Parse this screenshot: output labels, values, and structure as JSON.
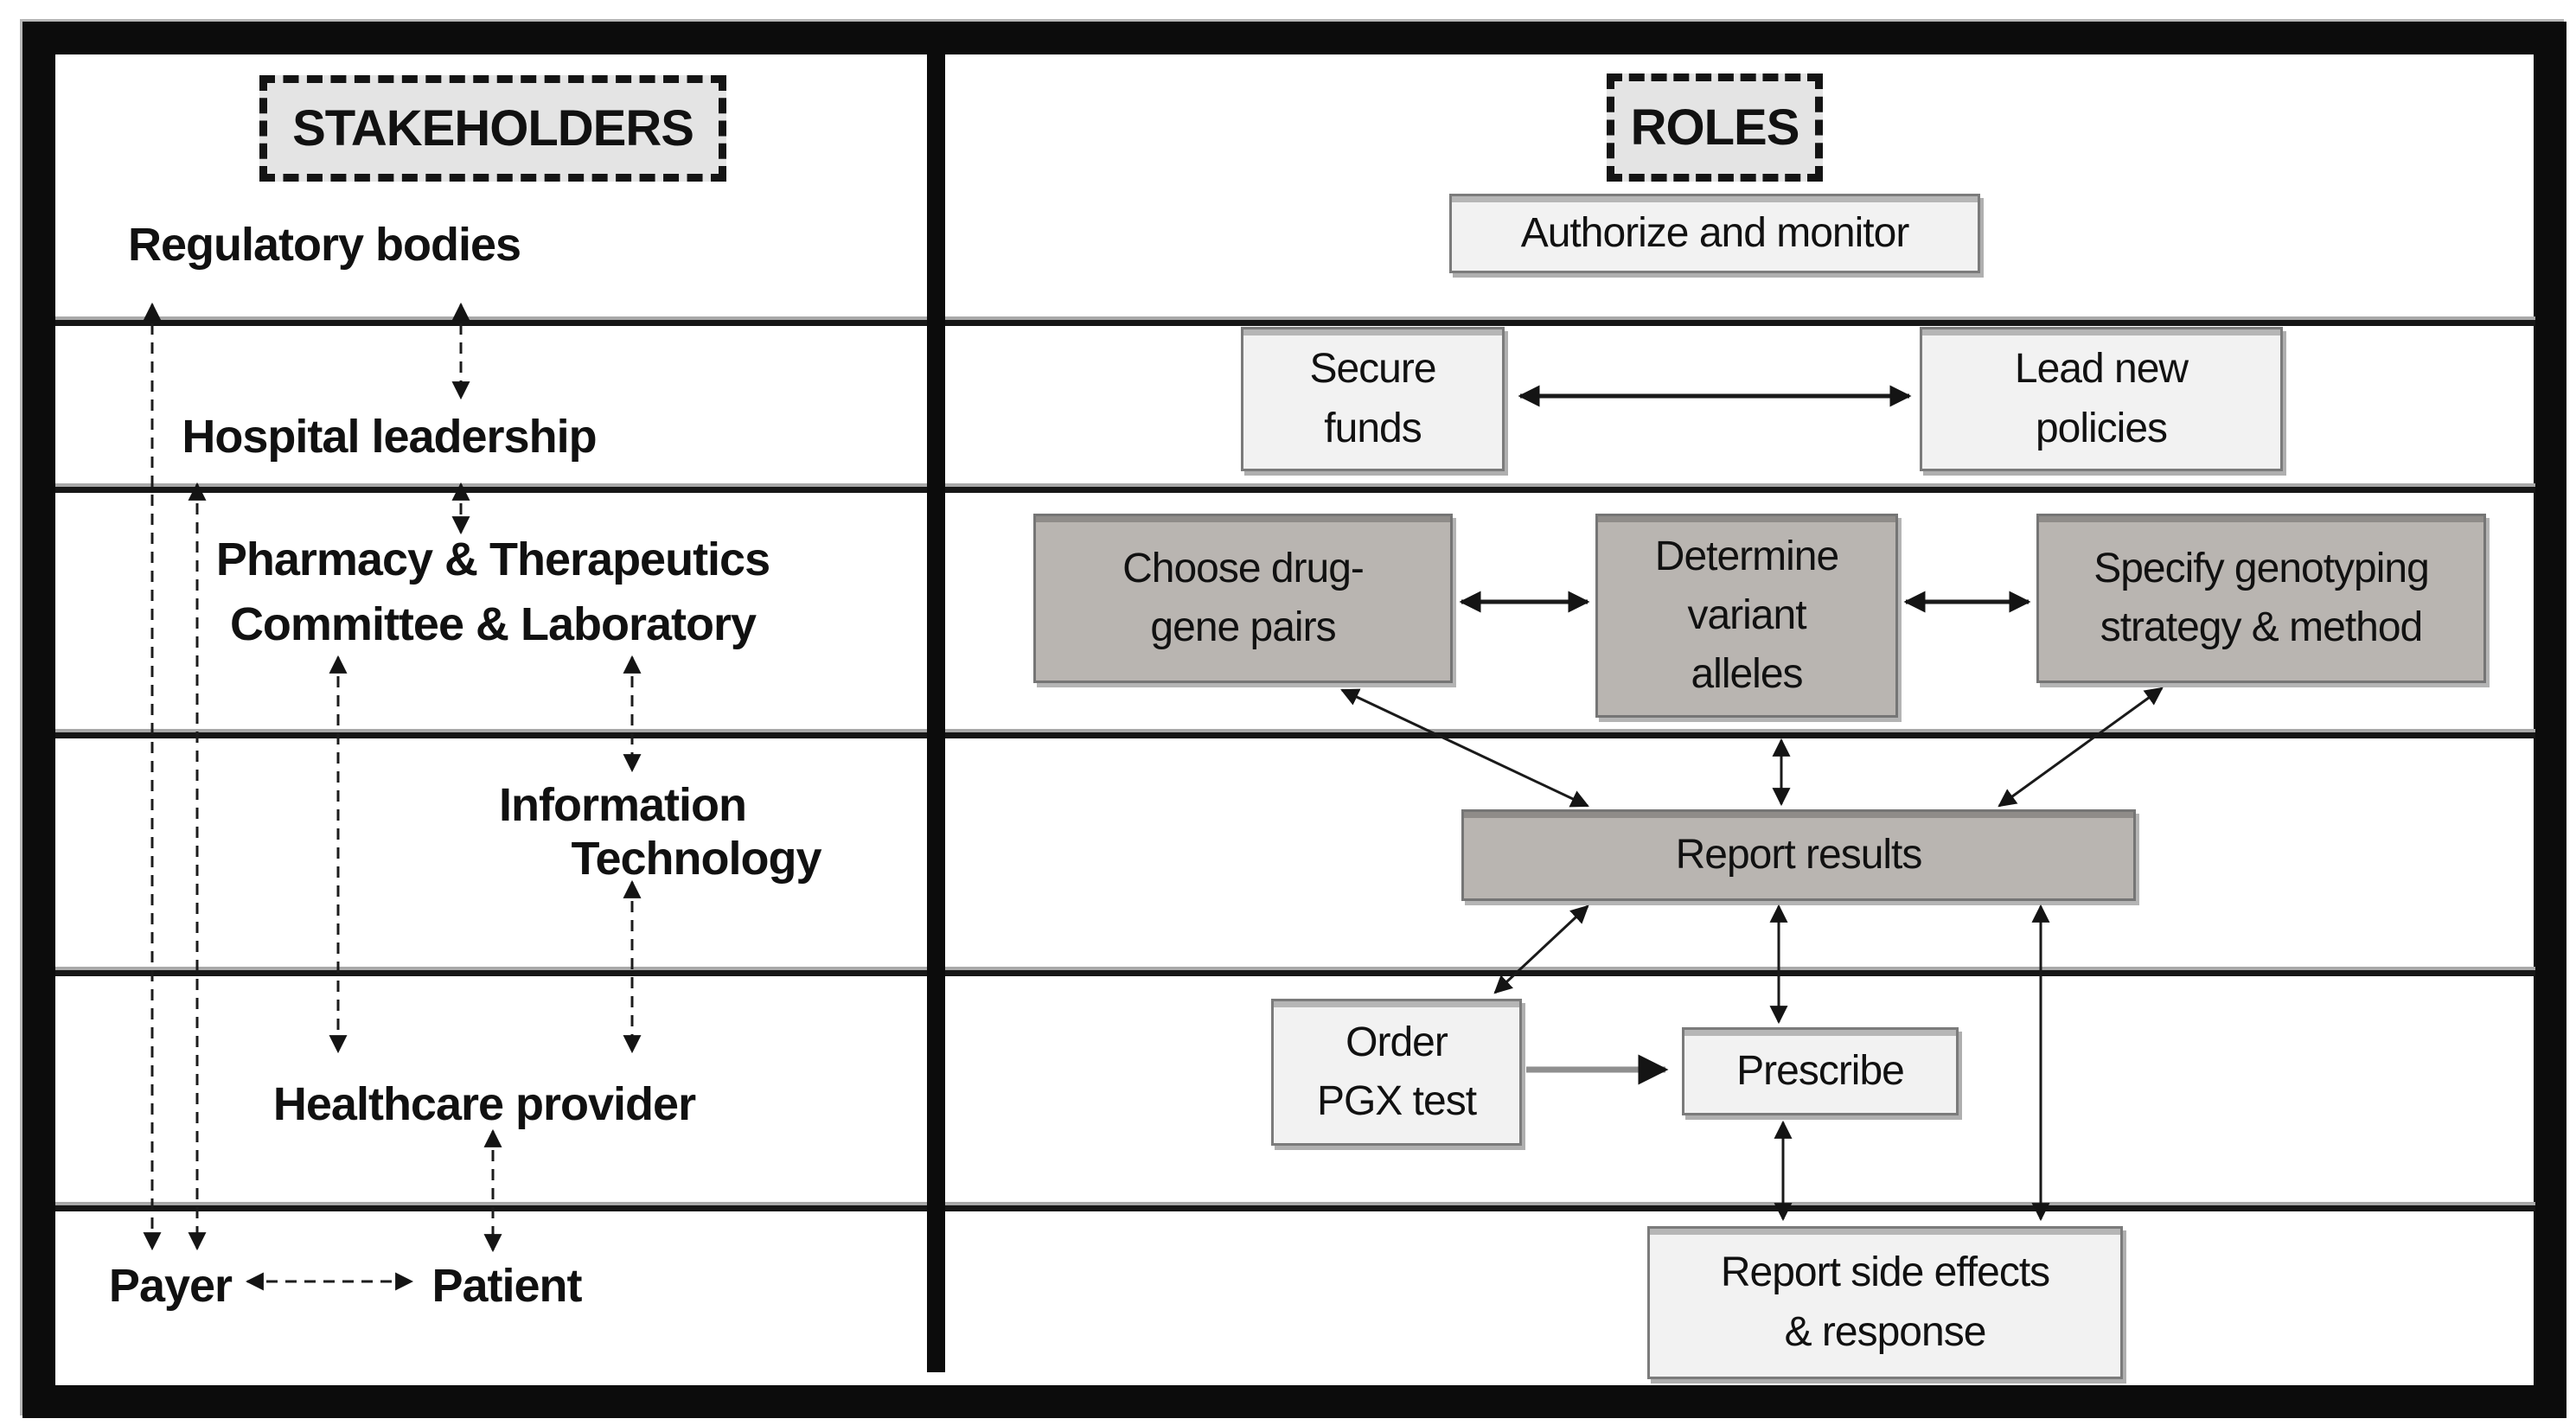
{
  "figure": {
    "stakeholders": {
      "title": "STAKEHOLDERS",
      "regulatory": "Regulatory bodies",
      "hospital": "Hospital leadership",
      "pharmacy_committee": "Pharmacy & Therapeutics\nCommittee & Laboratory",
      "it_line1": "Information",
      "it_line2": "Technology",
      "provider": "Healthcare provider",
      "payer": "Payer",
      "patient": "Patient"
    },
    "roles": {
      "title": "ROLES",
      "authorize": "Authorize and monitor",
      "secure_funds": "Secure\nfunds",
      "lead_policies": "Lead new\npolicies",
      "choose_pairs": "Choose drug-\ngene pairs",
      "determine_alleles": "Determine\nvariant\nalleles",
      "specify_genotyping": "Specify genotyping\nstrategy & method",
      "report_results": "Report results",
      "order_test": "Order\nPGX test",
      "prescribe": "Prescribe",
      "report_side_effects": "Report side effects\n& response"
    },
    "colors": {
      "dark_box": "#b9b5b1",
      "light_box": "#f2f2f2",
      "title_box": "#e4e4e4",
      "line": "#1a1a1a",
      "background": "#ffffff"
    }
  }
}
